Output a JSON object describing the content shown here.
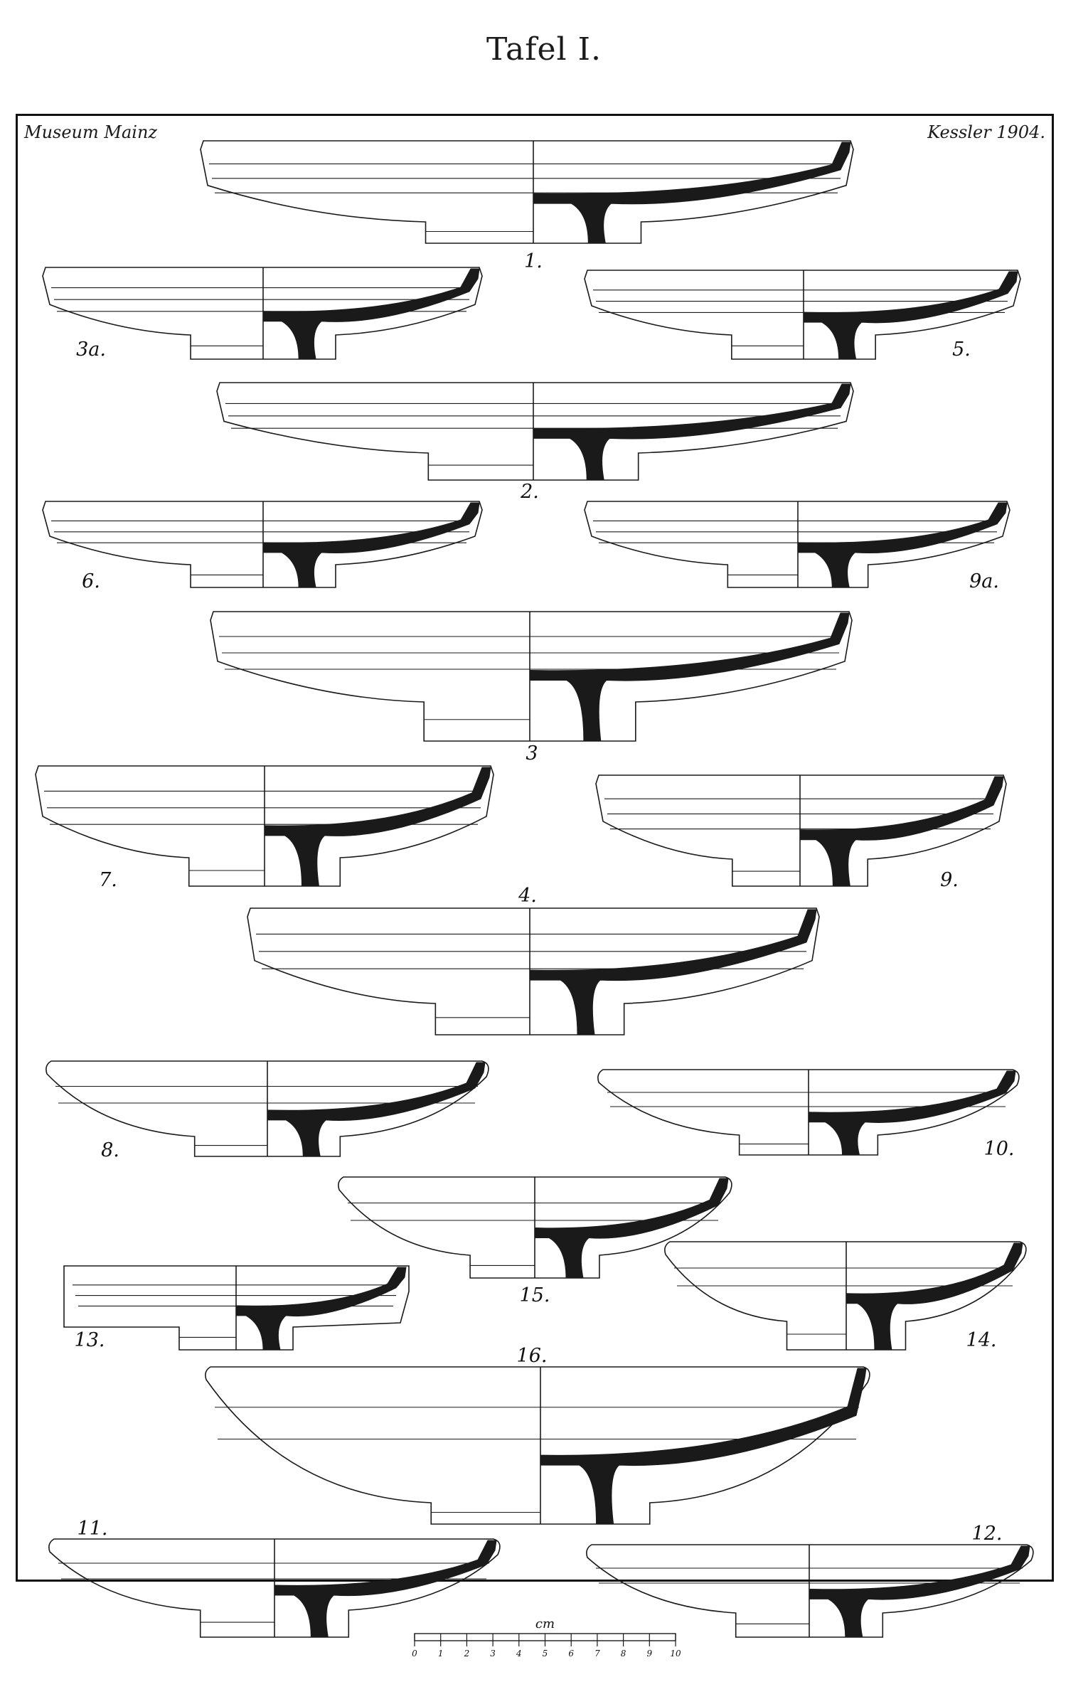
{
  "plate": {
    "title": "Tafel I.",
    "museum": "Museum Mainz",
    "author": "Kessler 1904."
  },
  "figures": [
    {
      "label": "1."
    },
    {
      "label": "3a."
    },
    {
      "label": "5."
    },
    {
      "label": "2."
    },
    {
      "label": "6."
    },
    {
      "label": "9a."
    },
    {
      "label": "3"
    },
    {
      "label": "7."
    },
    {
      "label": "9."
    },
    {
      "label": "4."
    },
    {
      "label": "8."
    },
    {
      "label": "10."
    },
    {
      "label": "15."
    },
    {
      "label": "13."
    },
    {
      "label": "14."
    },
    {
      "label": "16."
    },
    {
      "label": "11."
    },
    {
      "label": "12."
    }
  ],
  "scale": {
    "unit": "cm",
    "ticks": [
      "0",
      "1",
      "2",
      "3",
      "4",
      "5",
      "6",
      "7",
      "8",
      "9",
      "10"
    ]
  },
  "colors": {
    "ink": "#1a1a1a",
    "paper": "#ffffff"
  }
}
